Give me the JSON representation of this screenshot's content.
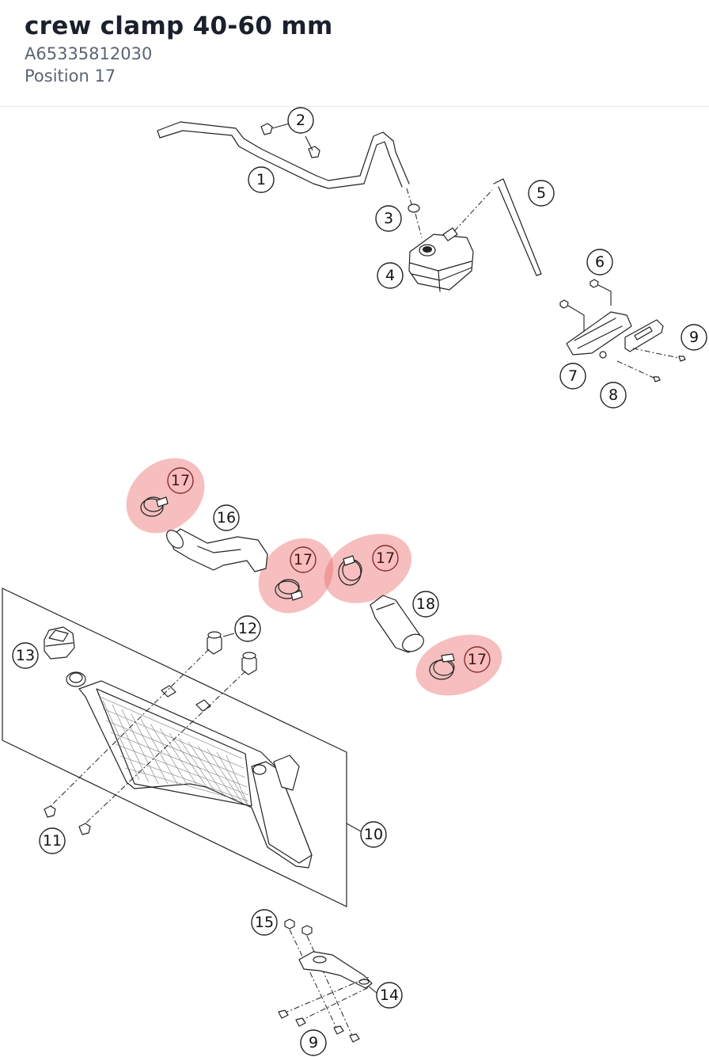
{
  "header": {
    "title": "crew clamp 40-60 mm",
    "part_number": "A65335812030",
    "position": "Position 17"
  },
  "diagram": {
    "highlight_color": "#ec6e6e",
    "callouts": {
      "c1": "1",
      "c2": "2",
      "c3": "3",
      "c4": "4",
      "c5": "5",
      "c6": "6",
      "c7": "7",
      "c8": "8",
      "c9a": "9",
      "c9b": "9",
      "c10": "10",
      "c11": "11",
      "c12": "12",
      "c13": "13",
      "c14": "14",
      "c15": "15",
      "c16": "16",
      "c17a": "17",
      "c17b": "17",
      "c17c": "17",
      "c17d": "17",
      "c18": "18"
    }
  }
}
